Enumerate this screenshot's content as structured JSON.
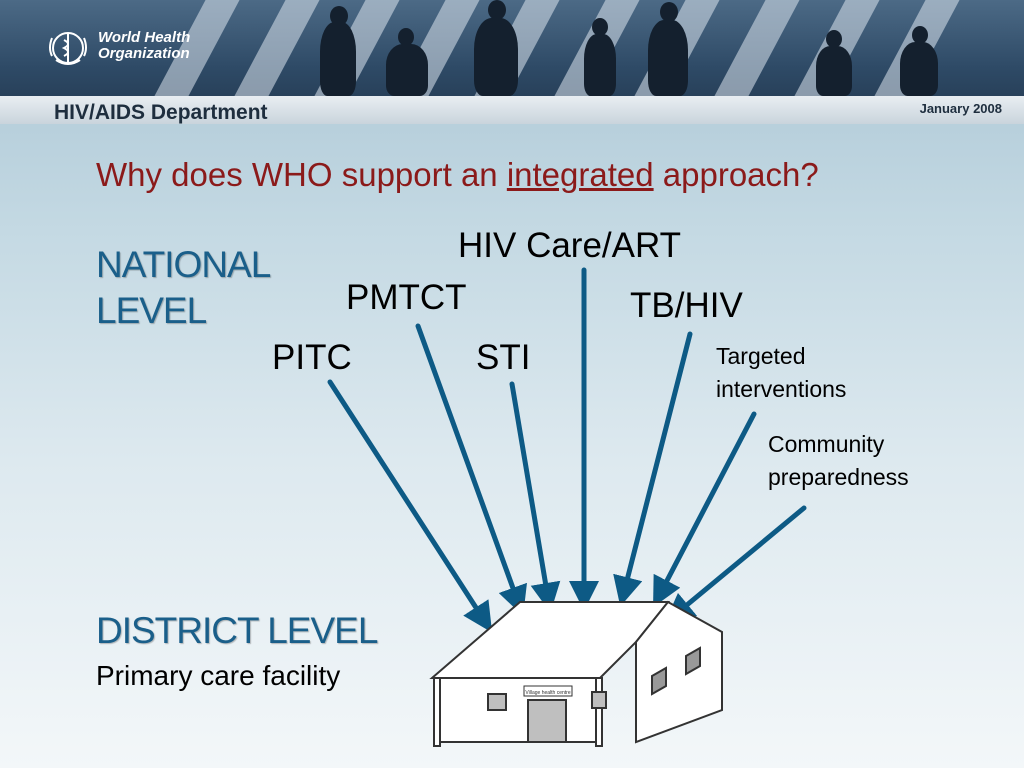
{
  "header": {
    "org_name_line1": "World Health",
    "org_name_line2": "Organization",
    "department": "HIV/AIDS Department",
    "date": "January 2008"
  },
  "title": {
    "prefix": "Why does WHO support an ",
    "emphasis": "integrated",
    "suffix": " approach?"
  },
  "national_level": {
    "line1": "NATIONAL",
    "line2": "LEVEL"
  },
  "programs": {
    "hiv_care": "HIV Care/ART",
    "pmtct": "PMTCT",
    "tb_hiv": "TB/HIV",
    "pitc": "PITC",
    "sti": "STI",
    "targeted_line1": "Targeted",
    "targeted_line2": "interventions",
    "community_line1": "Community",
    "community_line2": "preparedness"
  },
  "district_level": {
    "heading": "DISTRICT LEVEL",
    "subtitle": "Primary care facility"
  },
  "building": {
    "sign_text": "Village health centre"
  },
  "colors": {
    "arrow": "#0d5a85",
    "title": "#8b1a1a",
    "heading": "#1a5f8a"
  }
}
